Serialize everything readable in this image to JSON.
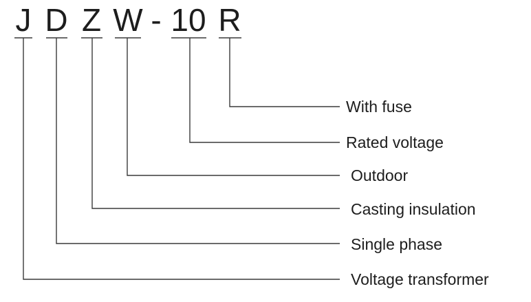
{
  "code": {
    "chars": [
      "J",
      "D",
      "Z",
      "W",
      "-",
      "10",
      "R"
    ]
  },
  "labels": [
    "With fuse",
    "Rated voltage",
    "Outdoor",
    "Casting insulation",
    "Single phase",
    "Voltage transformer"
  ]
}
